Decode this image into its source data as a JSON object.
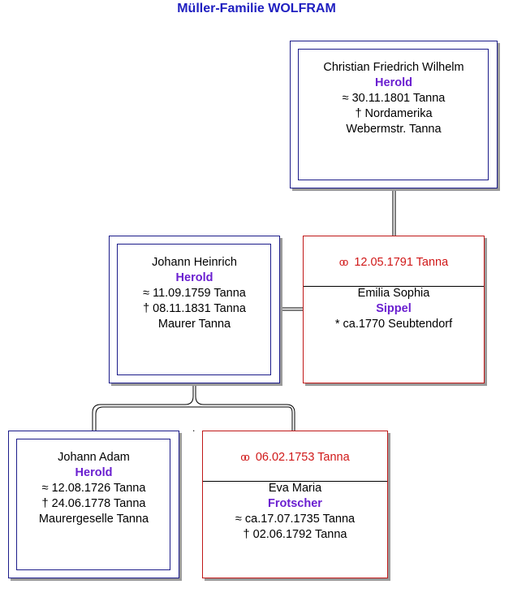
{
  "title": "Müller-Familie WOLFRAM",
  "persons": {
    "christian": {
      "given": "Christian Friedrich Wilhelm",
      "surname": "Herold",
      "baptism": "≈  30.11.1801 Tanna",
      "death": "† Nordamerika",
      "occupation": "Webermstr. Tanna"
    },
    "johann_heinrich": {
      "given": "Johann Heinrich",
      "surname": "Herold",
      "baptism": "≈  11.09.1759 Tanna",
      "death": "†  08.11.1831 Tanna",
      "occupation": "Maurer Tanna"
    },
    "emilia": {
      "given": "Emilia Sophia",
      "surname": "Sippel",
      "birth": "* ca.1770 Seubtendorf"
    },
    "johann_adam": {
      "given": "Johann Adam",
      "surname": "Herold",
      "baptism": "≈  12.08.1726 Tanna",
      "death": "†  24.06.1778 Tanna",
      "occupation": "Maurergeselle Tanna"
    },
    "eva": {
      "given": "Eva Maria",
      "surname": "Frotscher",
      "baptism": "≈ ca.17.07.1735 Tanna",
      "death": "†  02.06.1792 Tanna"
    }
  },
  "marriages": {
    "m1791": {
      "rings": "oo",
      "date": "12.05.1791 Tanna"
    },
    "m1753": {
      "rings": "oo",
      "date": "06.02.1753 Tanna"
    }
  },
  "stray_mark": "."
}
